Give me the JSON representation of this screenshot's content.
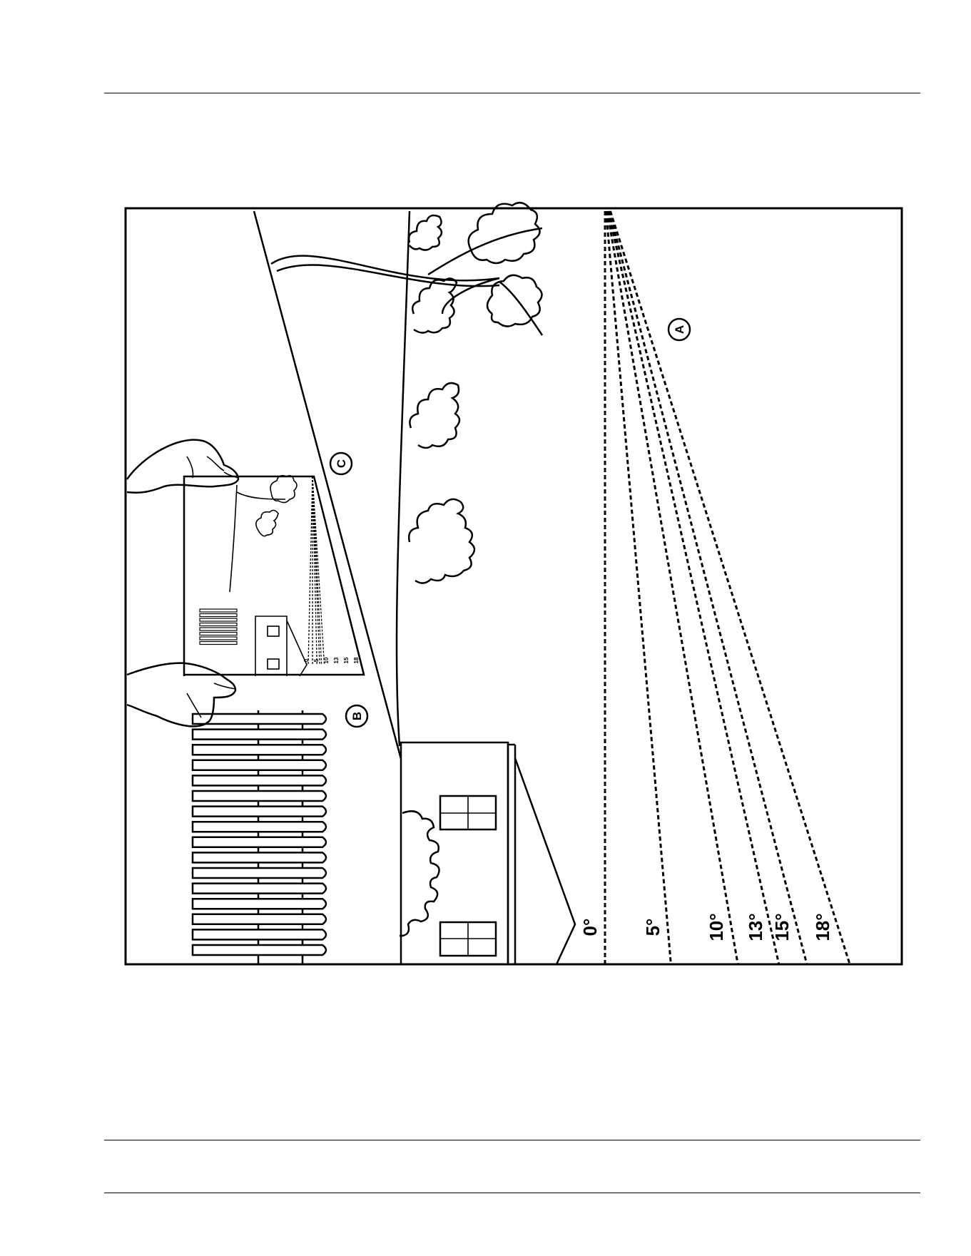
{
  "angle_lines": [
    {
      "label": "0°",
      "deg": 0
    },
    {
      "label": "5°",
      "deg": 5
    },
    {
      "label": "10°",
      "deg": 10
    },
    {
      "label": "13°",
      "deg": 13
    },
    {
      "label": "15°",
      "deg": 15
    },
    {
      "label": "18°",
      "deg": 18
    }
  ],
  "callouts": {
    "a": "A",
    "b": "B",
    "c": "C"
  },
  "inset_marks": [
    "0",
    "5",
    "10",
    "13",
    "15",
    "18"
  ]
}
